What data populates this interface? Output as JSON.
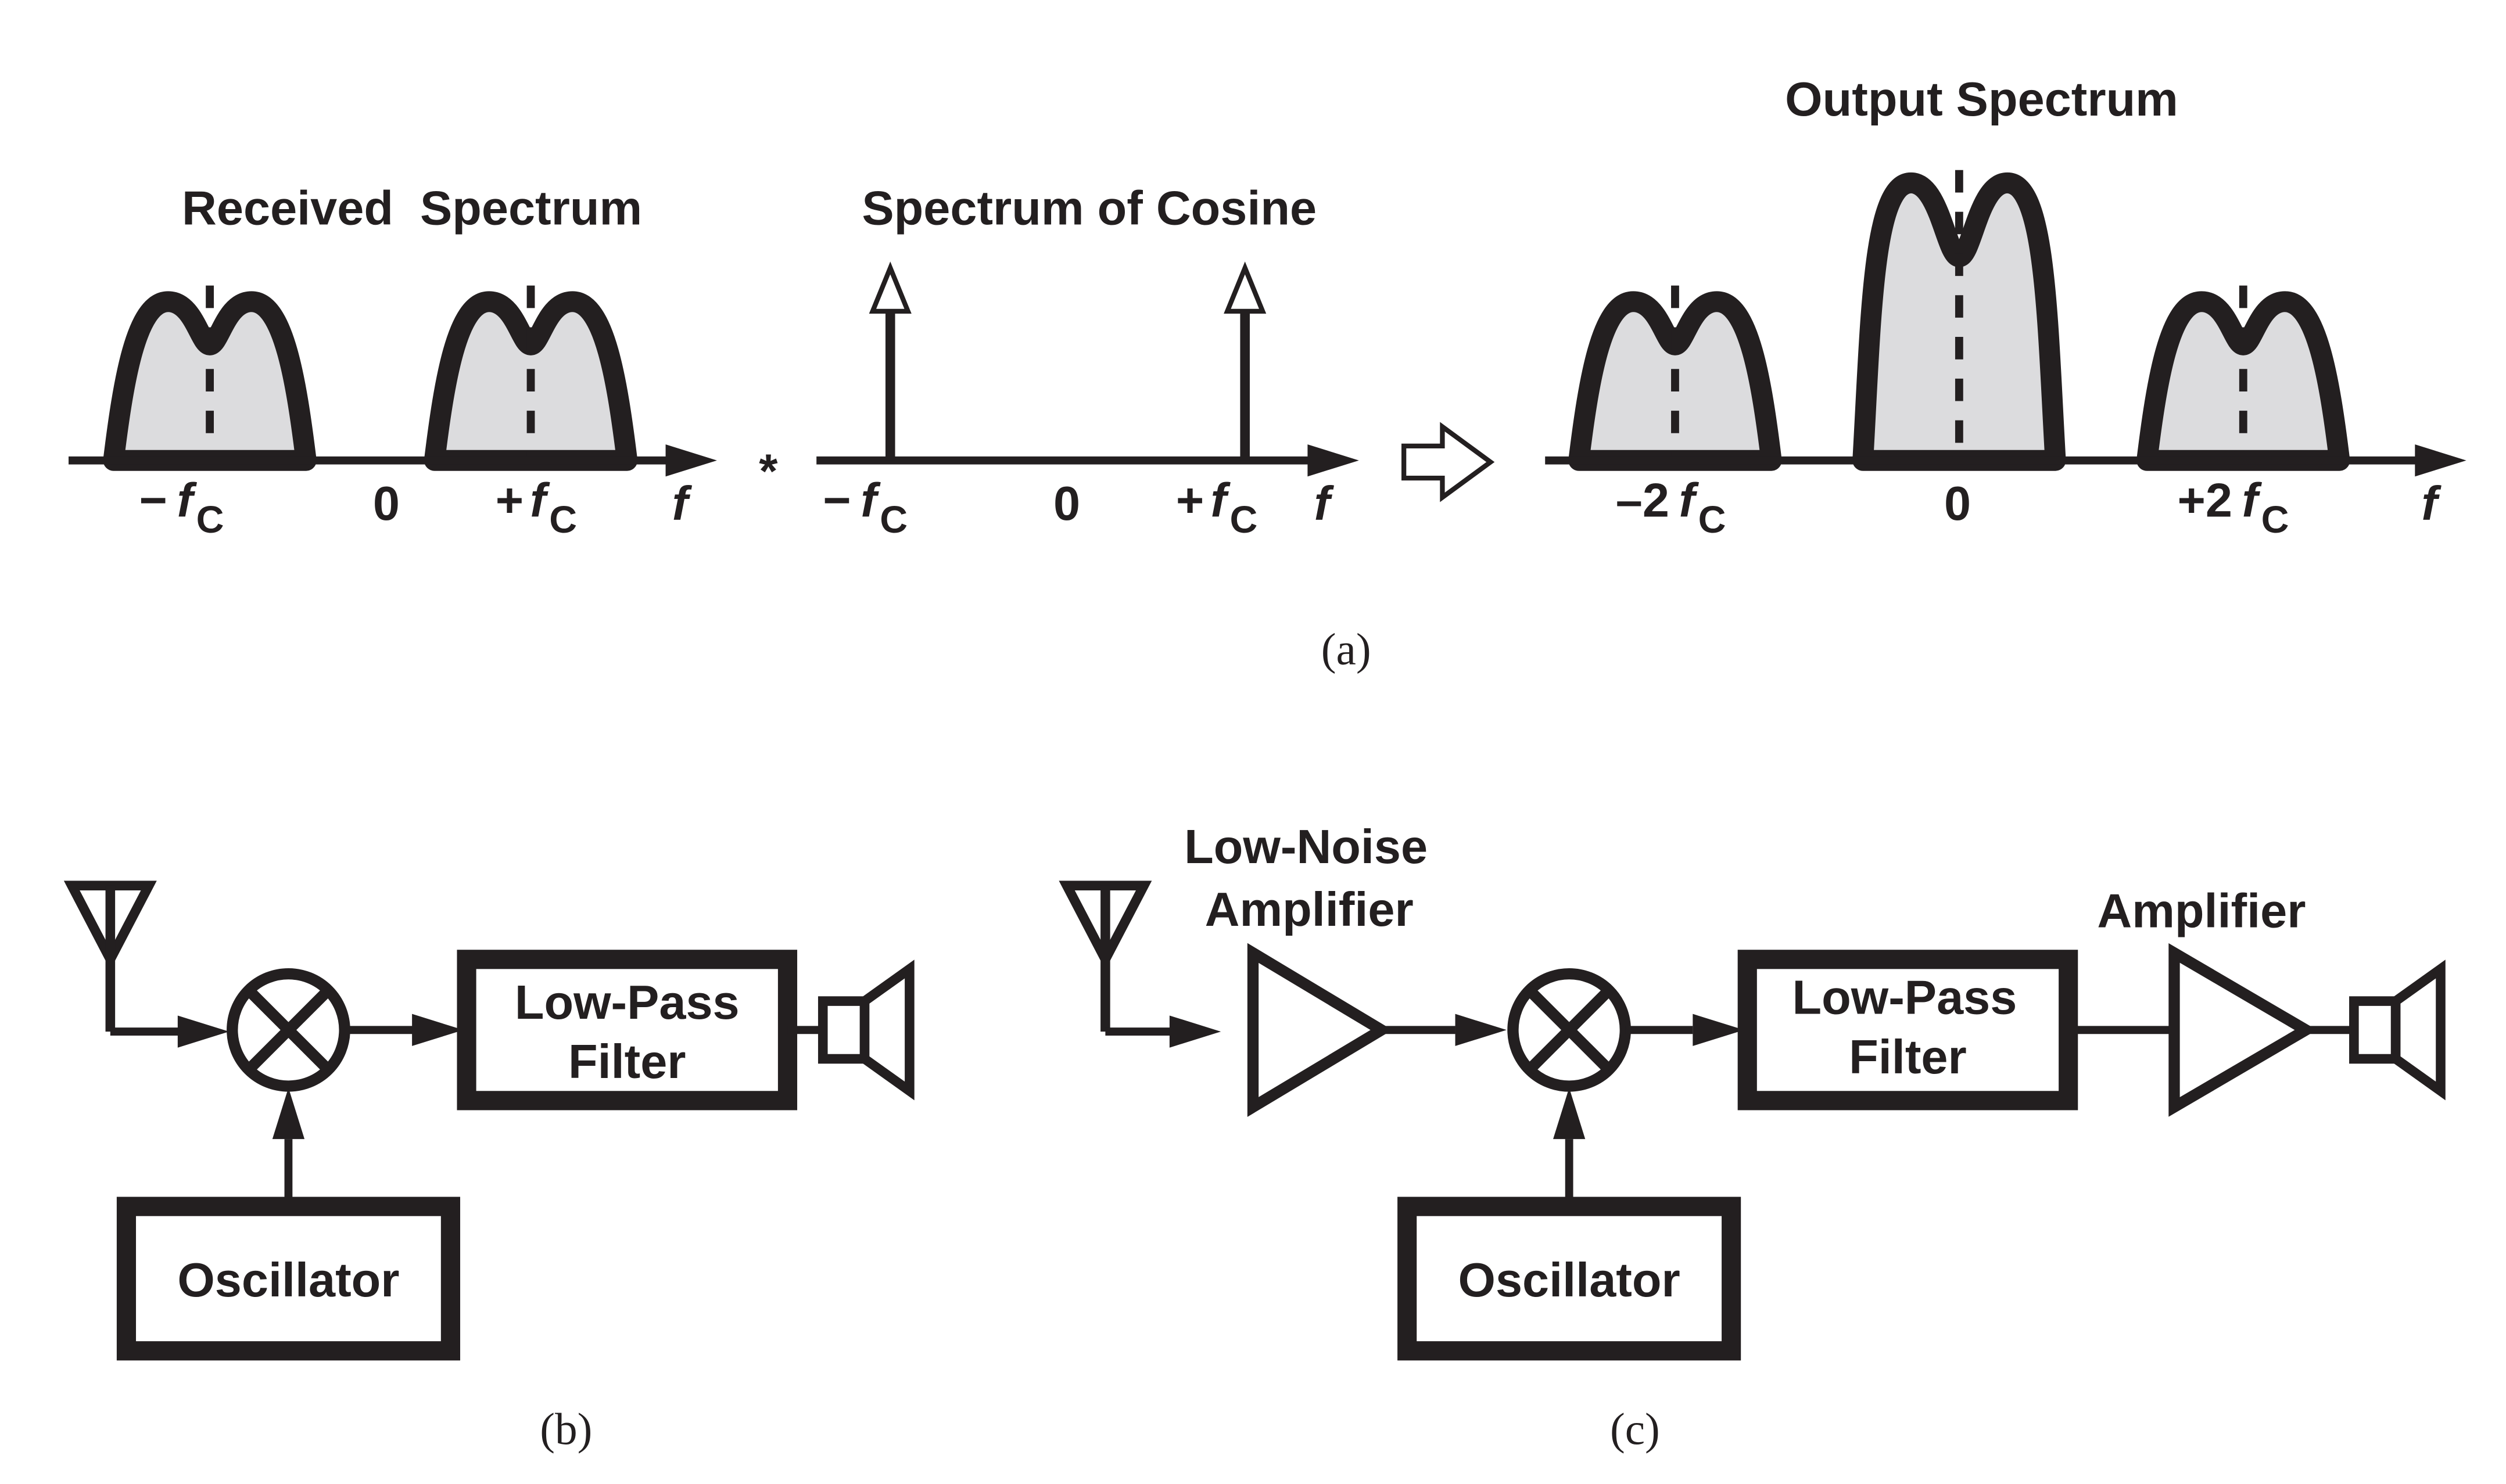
{
  "panel_a": {
    "received": {
      "title": "Received  Spectrum",
      "ticks": {
        "neg_sign": "−",
        "pos_sign": "+",
        "f": "f",
        "sub": "C",
        "zero": "0",
        "axis": "f"
      }
    },
    "convolution_symbol": "*",
    "cosine": {
      "title": "Spectrum of Cosine",
      "ticks": {
        "neg_sign": "−",
        "pos_sign": "+",
        "f": "f",
        "sub": "C",
        "zero": "0",
        "axis": "f"
      }
    },
    "output": {
      "title": "Output Spectrum",
      "ticks": {
        "neg_prefix": "–2",
        "pos_prefix": "+2",
        "f": "f",
        "sub": "C",
        "zero": "0",
        "axis": "f"
      }
    },
    "caption": "(a)"
  },
  "panel_b": {
    "lpf_line1": "Low-Pass",
    "lpf_line2": "Filter",
    "oscillator": "Oscillator",
    "caption": "(b)"
  },
  "panel_c": {
    "lna_line1": "Low-Noise",
    "lna_line2": "Amplifier",
    "lpf_line1": "Low-Pass",
    "lpf_line2": "Filter",
    "amp": "Amplifier",
    "oscillator": "Oscillator",
    "caption": "(c)"
  }
}
